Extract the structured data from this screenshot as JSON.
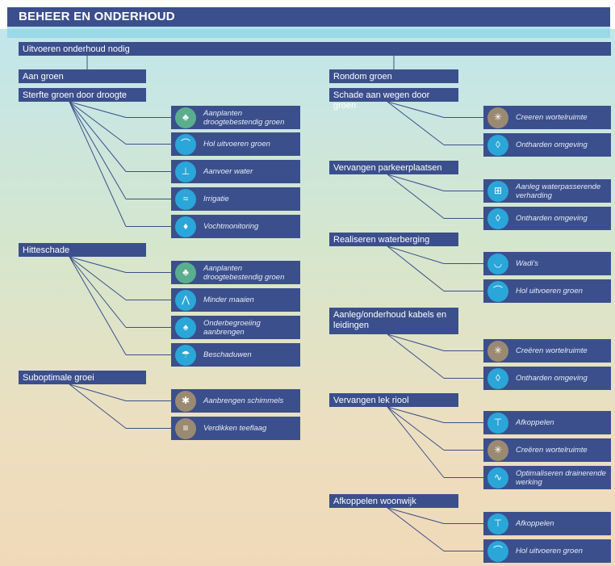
{
  "header": {
    "title": "BEHEER EN ONDERHOUD"
  },
  "root": {
    "label": "Uitvoeren onderhoud nodig"
  },
  "left": {
    "heading": "Aan groen",
    "groups": [
      {
        "label": "Sterfte groen door droogte",
        "actions": [
          {
            "label": "Aanplanten droogtebestendig groen",
            "icon": "tree-icon",
            "color": "#5aae8f"
          },
          {
            "label": "Hol uitvoeren groen",
            "icon": "hollow-green-icon",
            "color": "#2aa6d8"
          },
          {
            "label": "Aanvoer water",
            "icon": "water-supply-icon",
            "color": "#2aa6d8"
          },
          {
            "label": "Irrigatie",
            "icon": "irrigation-icon",
            "color": "#2aa6d8"
          },
          {
            "label": "Vochtmonitoring",
            "icon": "moisture-icon",
            "color": "#2aa6d8"
          }
        ]
      },
      {
        "label": "Hitteschade",
        "actions": [
          {
            "label": "Aanplanten droogtebestendig groen",
            "icon": "tree-icon",
            "color": "#5aae8f"
          },
          {
            "label": "Minder maaien",
            "icon": "grass-icon",
            "color": "#2aa6d8"
          },
          {
            "label": "Onderbegroeiing aanbrengen",
            "icon": "undergrowth-icon",
            "color": "#2aa6d8"
          },
          {
            "label": "Beschaduwen",
            "icon": "shade-icon",
            "color": "#2aa6d8"
          }
        ]
      },
      {
        "label": "Suboptimale groei",
        "actions": [
          {
            "label": "Aanbrengen schimmels",
            "icon": "fungi-icon",
            "color": "#9b8a72"
          },
          {
            "label": "Verdikken teeflaag",
            "icon": "soil-layer-icon",
            "color": "#9b8a72"
          }
        ]
      }
    ]
  },
  "right": {
    "heading": "Rondom groen",
    "groups": [
      {
        "label": "Schade aan wegen door groen",
        "actions": [
          {
            "label": "Creeren wortelruimte",
            "icon": "root-space-icon",
            "color": "#9b8a72"
          },
          {
            "label": "Ontharden omgeving",
            "icon": "unpave-icon",
            "color": "#2aa6d8"
          }
        ]
      },
      {
        "label": "Vervangen parkeerplaatsen",
        "actions": [
          {
            "label": "Aanleg waterpasserende verharding",
            "icon": "permeable-paving-icon",
            "color": "#2aa6d8"
          },
          {
            "label": "Ontharden omgeving",
            "icon": "unpave-icon",
            "color": "#2aa6d8"
          }
        ]
      },
      {
        "label": "Realiseren waterberging",
        "actions": [
          {
            "label": "Wadi's",
            "icon": "wadi-icon",
            "color": "#2aa6d8"
          },
          {
            "label": "Hol uitvoeren groen",
            "icon": "hollow-green-icon",
            "color": "#2aa6d8"
          }
        ]
      },
      {
        "label": "Aanleg/onderhoud kabels en leidingen",
        "actions": [
          {
            "label": "Creëren wortelruimte",
            "icon": "root-space-icon",
            "color": "#9b8a72"
          },
          {
            "label": "Ontharden omgeving",
            "icon": "unpave-icon",
            "color": "#2aa6d8"
          }
        ]
      },
      {
        "label": "Vervangen lek riool",
        "actions": [
          {
            "label": "Afkoppelen",
            "icon": "disconnect-icon",
            "color": "#2aa6d8"
          },
          {
            "label": "Creëren wortelruimte",
            "icon": "root-space-icon",
            "color": "#9b8a72"
          },
          {
            "label": "Optimaliseren drainerende werking",
            "icon": "drainage-icon",
            "color": "#2aa6d8"
          }
        ]
      },
      {
        "label": "Afkoppelen woonwijk",
        "actions": [
          {
            "label": "Afkoppelen",
            "icon": "disconnect-icon",
            "color": "#2aa6d8"
          },
          {
            "label": "Hol uitvoeren groen",
            "icon": "hollow-green-icon",
            "color": "#2aa6d8"
          }
        ]
      }
    ]
  }
}
